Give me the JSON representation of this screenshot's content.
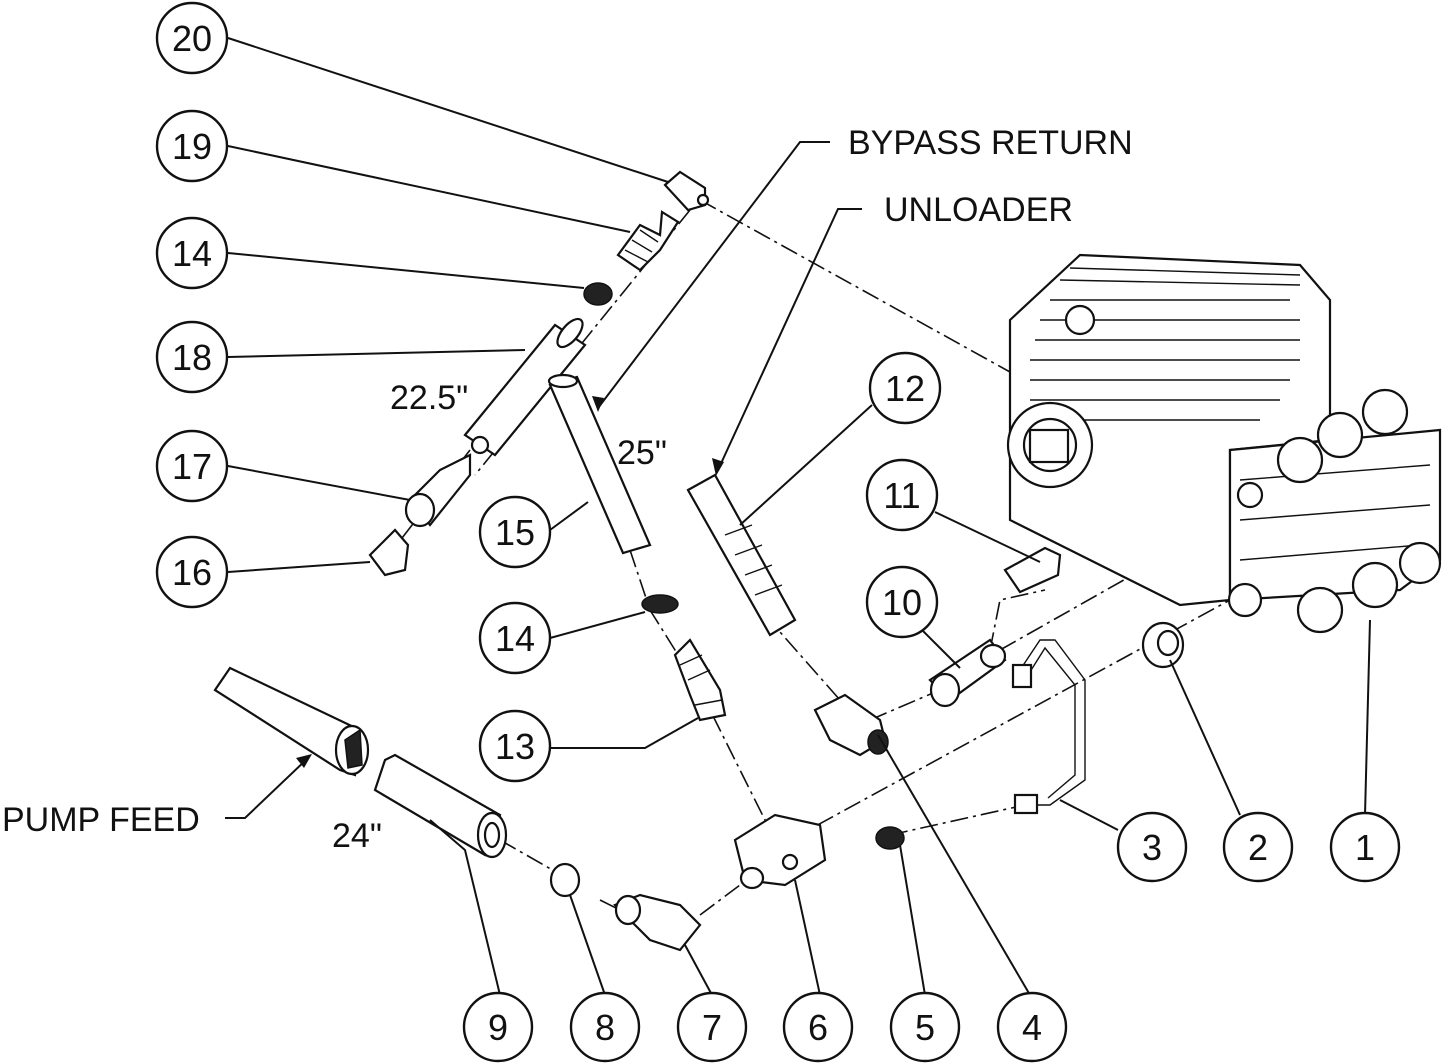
{
  "balloons": [
    {
      "id": "20",
      "label": "20"
    },
    {
      "id": "19",
      "label": "19"
    },
    {
      "id": "14a",
      "label": "14"
    },
    {
      "id": "18",
      "label": "18"
    },
    {
      "id": "17",
      "label": "17"
    },
    {
      "id": "16",
      "label": "16"
    },
    {
      "id": "15",
      "label": "15"
    },
    {
      "id": "14b",
      "label": "14"
    },
    {
      "id": "13",
      "label": "13"
    },
    {
      "id": "12",
      "label": "12"
    },
    {
      "id": "11",
      "label": "11"
    },
    {
      "id": "10",
      "label": "10"
    },
    {
      "id": "9",
      "label": "9"
    },
    {
      "id": "8",
      "label": "8"
    },
    {
      "id": "7",
      "label": "7"
    },
    {
      "id": "6",
      "label": "6"
    },
    {
      "id": "5",
      "label": "5"
    },
    {
      "id": "4",
      "label": "4"
    },
    {
      "id": "3",
      "label": "3"
    },
    {
      "id": "2",
      "label": "2"
    },
    {
      "id": "1",
      "label": "1"
    }
  ],
  "labels": {
    "bypass_return": "BYPASS RETURN",
    "unloader": "UNLOADER",
    "pump_feed": "PUMP FEED",
    "dim_hose_18": "22.5\"",
    "dim_hose_15": "25\"",
    "dim_hose_9": "24\""
  }
}
